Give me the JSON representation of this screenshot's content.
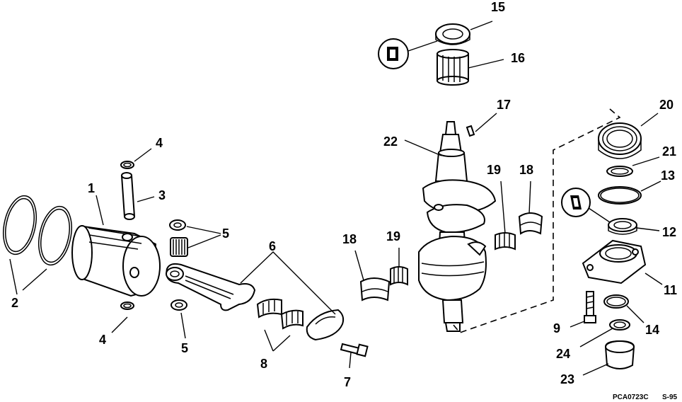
{
  "diagram": {
    "code": "PCA0723C",
    "date": "S-95",
    "labels": {
      "p1": "1",
      "p2": "2",
      "p3": "3",
      "p4a": "4",
      "p4b": "4",
      "p5a": "5",
      "p5b": "5",
      "p6": "6",
      "p7": "7",
      "p8": "8",
      "p9": "9",
      "p11": "11",
      "p12": "12",
      "p13": "13",
      "p14": "14",
      "p15": "15",
      "p16": "16",
      "p17": "17",
      "p18a": "18",
      "p18b": "18",
      "p19a": "19",
      "p19b": "19",
      "p20": "20",
      "p21": "21",
      "p22": "22",
      "p23": "23",
      "p24": "24"
    }
  }
}
